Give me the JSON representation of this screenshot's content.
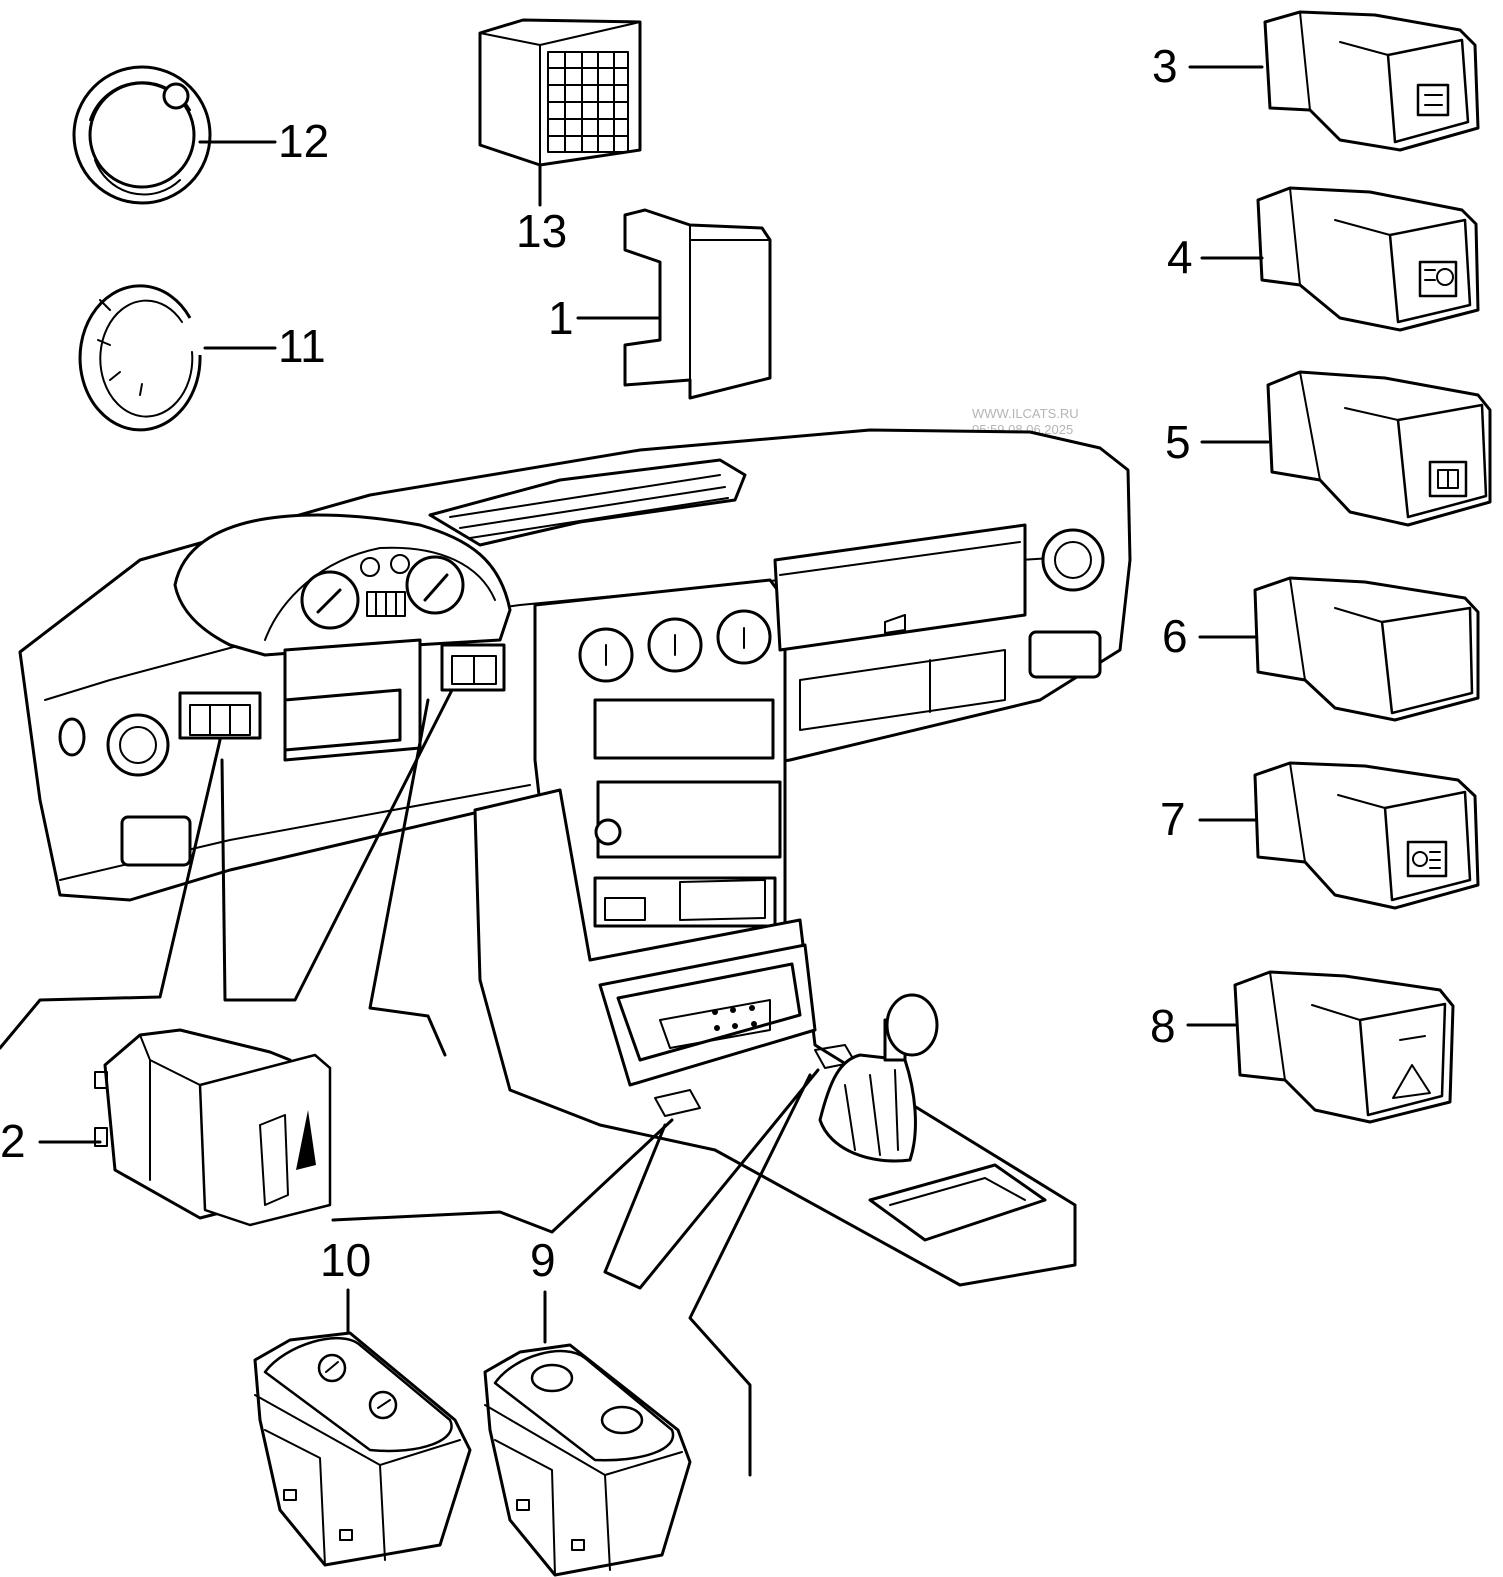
{
  "watermark": {
    "line1": "WWW.ILCATS.RU",
    "line2": "05:59 08.06.2025"
  },
  "callouts": {
    "c1": "1",
    "c2": "2",
    "c3": "3",
    "c4": "4",
    "c5": "5",
    "c6": "6",
    "c7": "7",
    "c8": "8",
    "c9": "9",
    "c10": "10",
    "c11": "11",
    "c12": "12",
    "c13": "13"
  }
}
